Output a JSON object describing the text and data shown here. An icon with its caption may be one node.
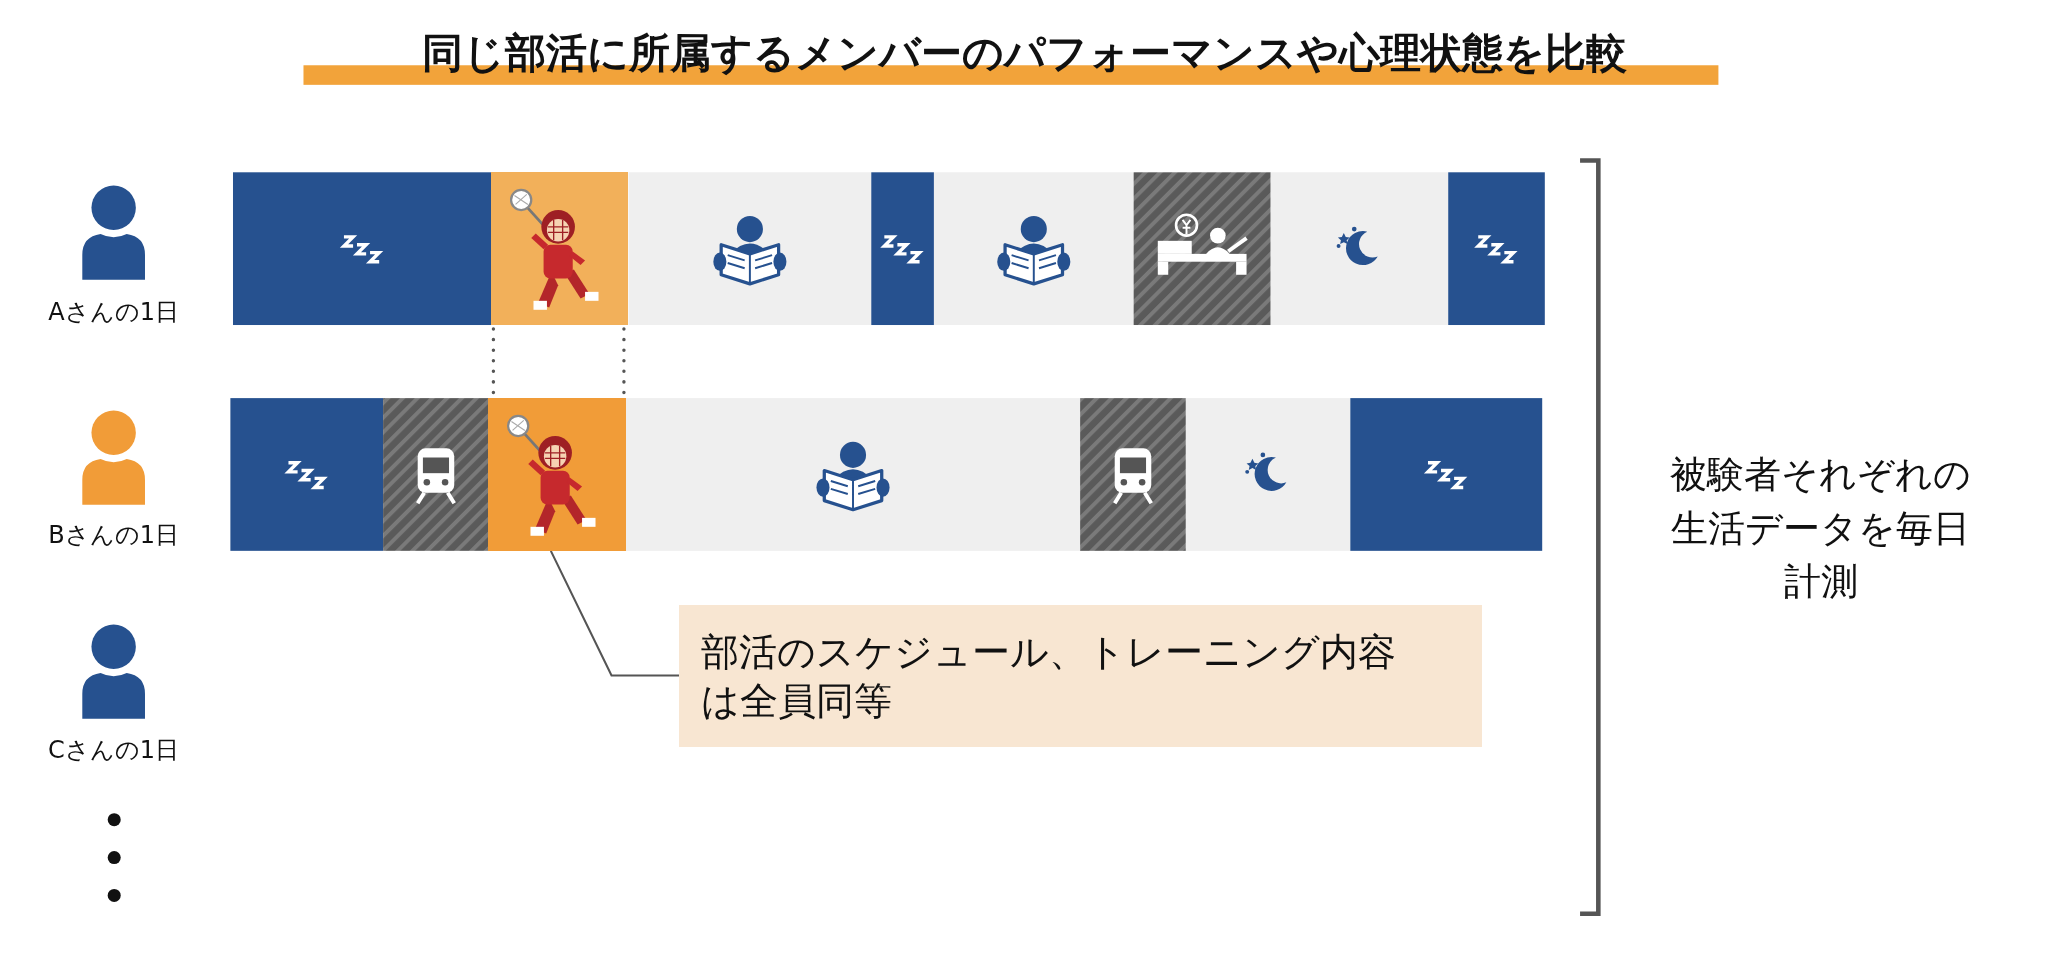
{
  "diagram": {
    "title": "同じ部活に所属するメンバーのパフォーマンスや心理状態を比較",
    "nodes": [
      {
        "text": [],
        "shape": "person",
        "beside": [
          "Aさんの1日"
        ]
      },
      {
        "text": [],
        "shape": "picture"
      },
      {
        "text": [],
        "shape": "person",
        "beside": [
          "Bさんの1日"
        ]
      },
      {
        "text": [],
        "shape": "picture"
      },
      {
        "text": [
          "部活のスケジュール、トレーニング内容は全員同等"
        ]
      },
      {
        "text": [],
        "shape": "person",
        "beside": [
          "Cさんの1日"
        ]
      }
    ],
    "edges": [
      {
        "from": 1,
        "to": 3,
        "arrow": "none",
        "style": "dashed"
      },
      {
        "from": 1,
        "to": 3,
        "arrow": "none",
        "style": "dashed"
      },
      {
        "from": 4,
        "to": 3,
        "arrow": "none"
      }
    ],
    "labels": [
      "被験者それぞれの生活データを毎日計測"
    ]
  }
}
